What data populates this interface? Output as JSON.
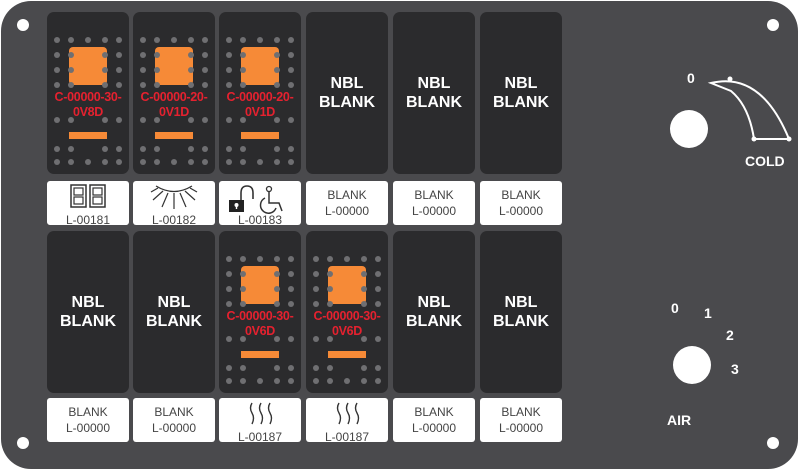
{
  "top_row": [
    {
      "type": "rocker",
      "code_line1": "C-00000-30-",
      "code_line2": "0V8D",
      "label_code": "L-00181",
      "label_icon": "double-rocker-icon"
    },
    {
      "type": "rocker",
      "code_line1": "C-00000-20-",
      "code_line2": "0V1D",
      "label_code": "L-00182",
      "label_icon": "sun-light-icon"
    },
    {
      "type": "rocker",
      "code_line1": "C-00000-20-",
      "code_line2": "0V1D",
      "label_code": "L-00183",
      "label_icon": "lock-wheelchair-icon"
    },
    {
      "type": "blank",
      "text": "NBL\nBLANK",
      "label_line1": "BLANK",
      "label_line2": "L-00000"
    },
    {
      "type": "blank",
      "text": "NBL\nBLANK",
      "label_line1": "BLANK",
      "label_line2": "L-00000"
    },
    {
      "type": "blank",
      "text": "NBL\nBLANK",
      "label_line1": "BLANK",
      "label_line2": "L-00000"
    }
  ],
  "bottom_row": [
    {
      "type": "blank",
      "text": "NBL\nBLANK",
      "label_line1": "BLANK",
      "label_line2": "L-00000"
    },
    {
      "type": "blank",
      "text": "NBL\nBLANK",
      "label_line1": "BLANK",
      "label_line2": "L-00000"
    },
    {
      "type": "rocker",
      "code_line1": "C-00000-30-",
      "code_line2": "0V6D",
      "label_code": "L-00187",
      "label_icon": "heat-waves-icon"
    },
    {
      "type": "rocker",
      "code_line1": "C-00000-30-",
      "code_line2": "0V6D",
      "label_code": "L-00187",
      "label_icon": "heat-waves-icon"
    },
    {
      "type": "blank",
      "text": "NBL\nBLANK",
      "label_line1": "BLANK",
      "label_line2": "L-00000"
    },
    {
      "type": "blank",
      "text": "NBL\nBLANK",
      "label_line1": "BLANK",
      "label_line2": "L-00000"
    }
  ],
  "temp_knob": {
    "zero_label": "0",
    "cold_label": "COLD"
  },
  "air_knob": {
    "positions": [
      "0",
      "1",
      "2",
      "3"
    ],
    "label": "AIR"
  },
  "colors": {
    "panel": "#4a4a4d",
    "switch": "#2b2b2d",
    "rocker": "#f68a37",
    "code_text": "#e5212f",
    "label_bg": "#ffffff"
  }
}
